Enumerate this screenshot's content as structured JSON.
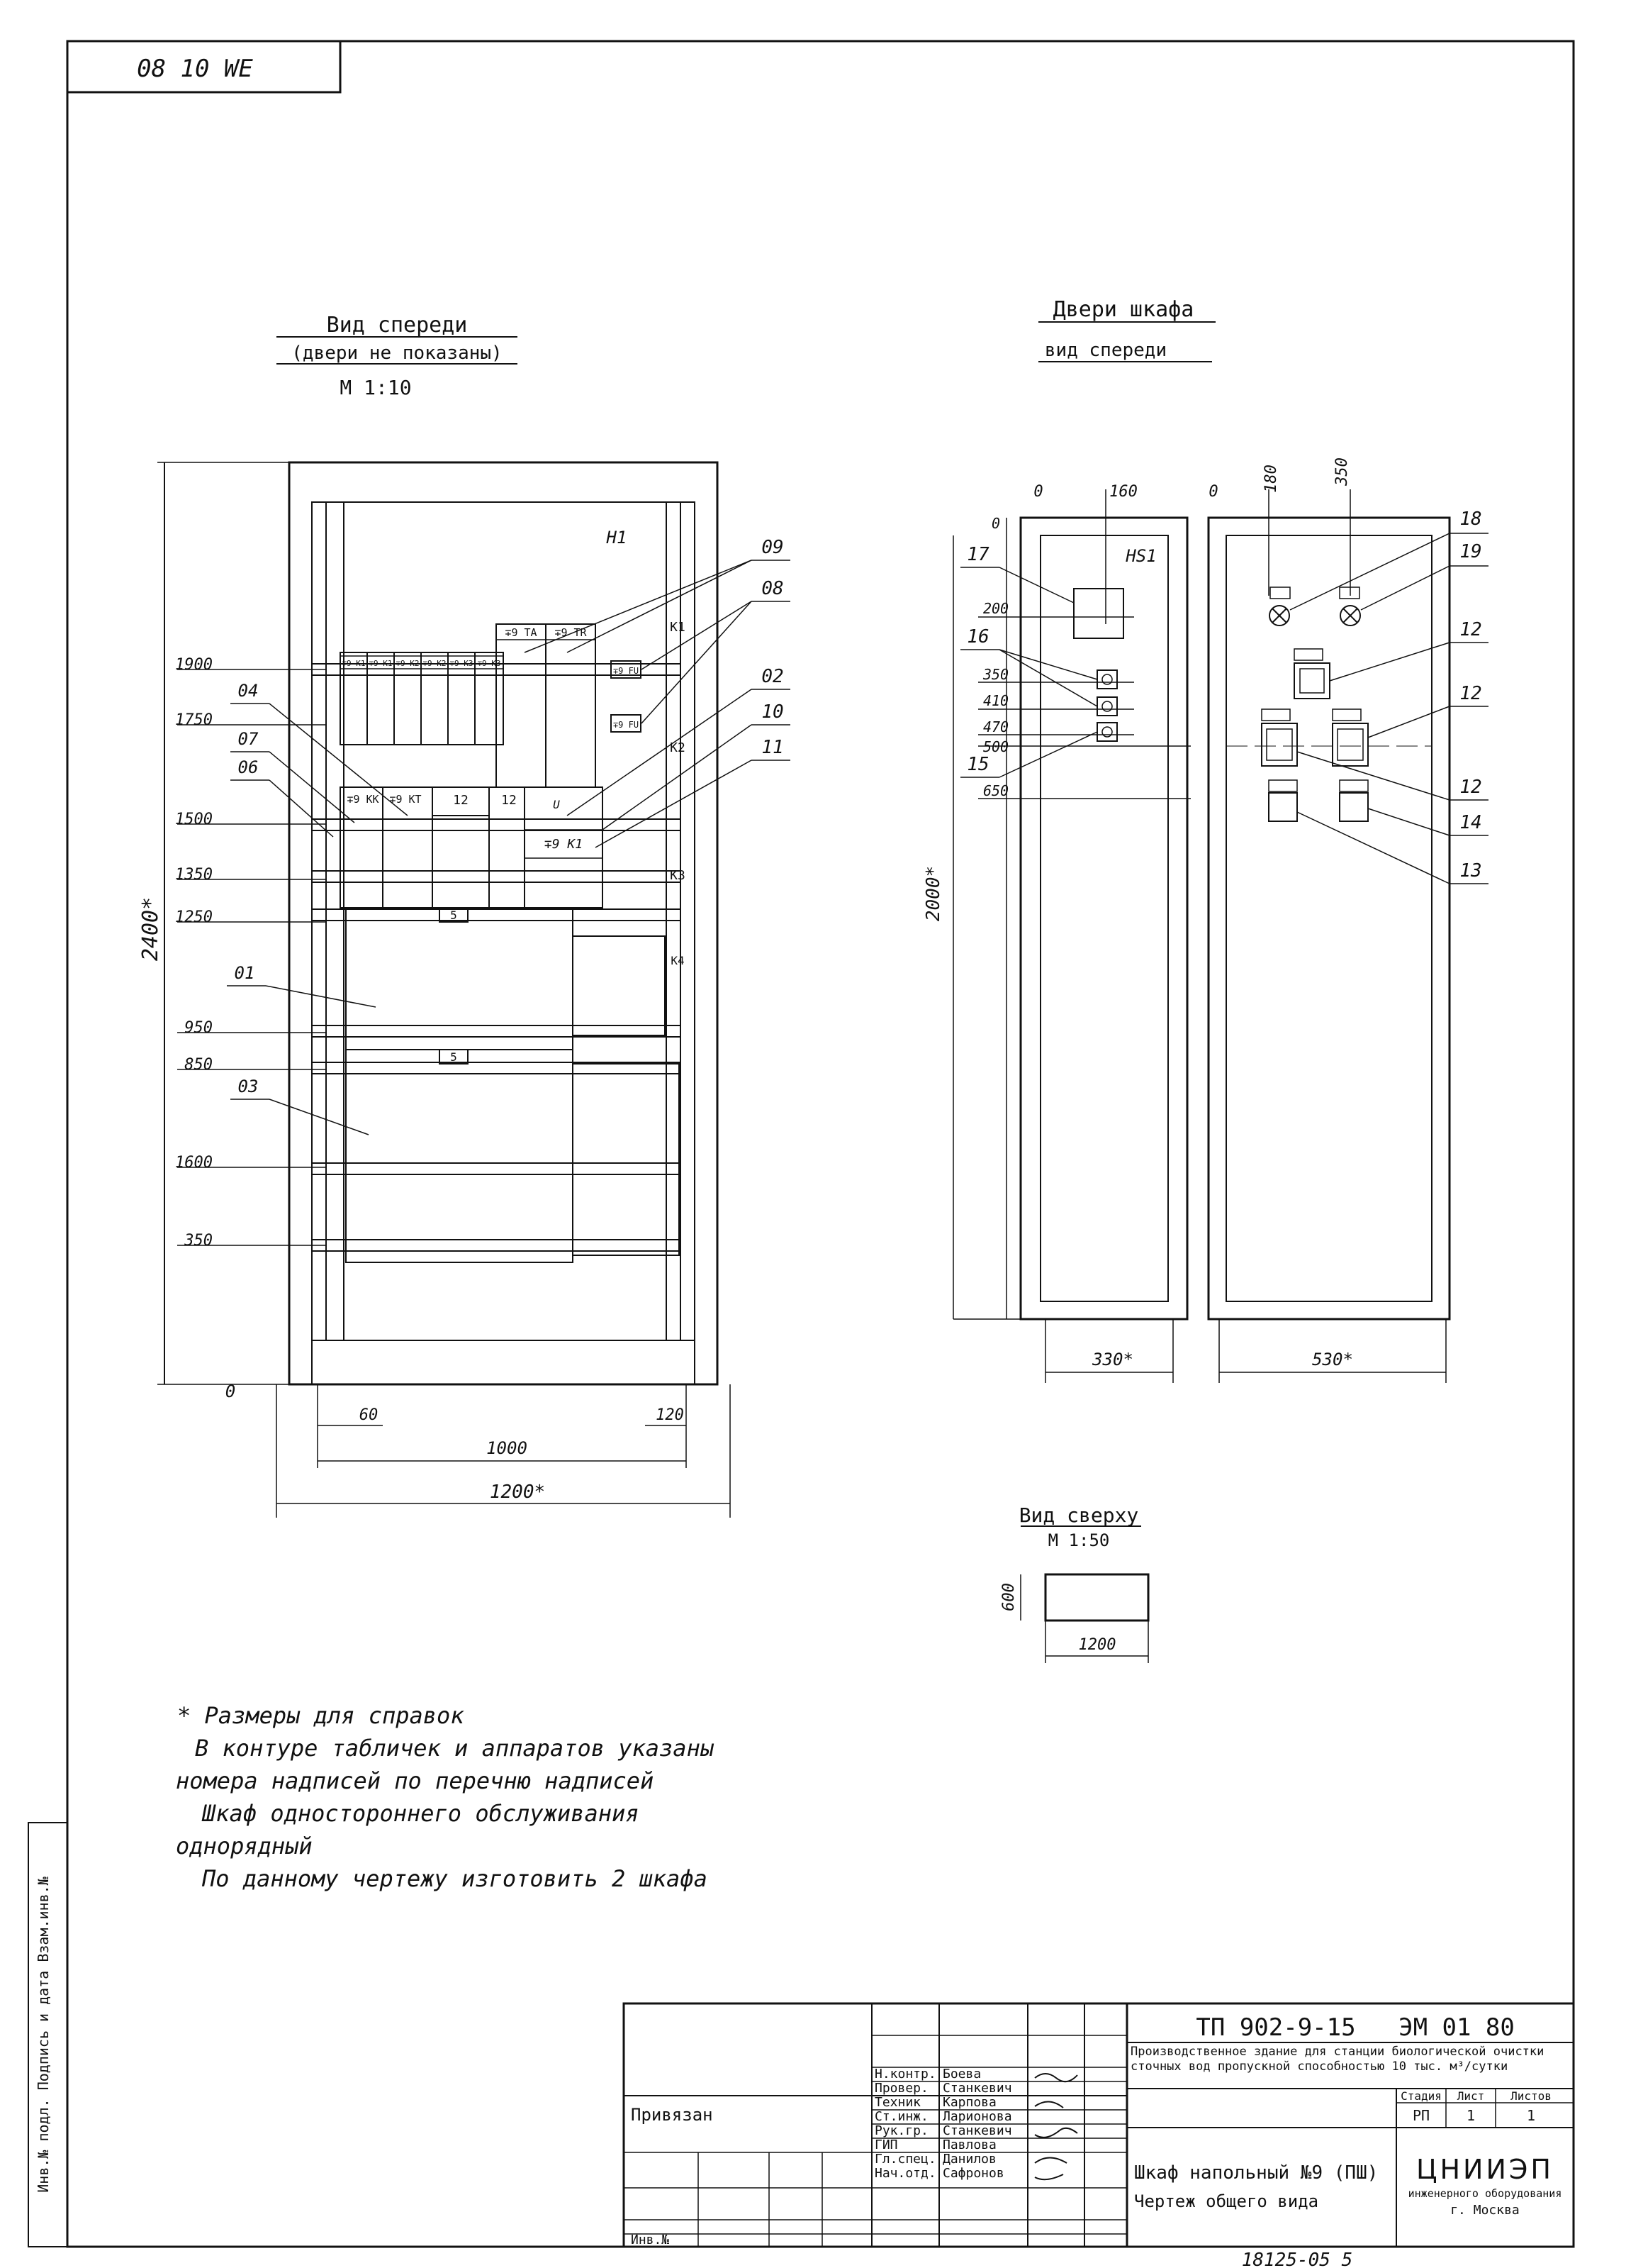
{
  "stamp_code": "08 10 WE",
  "front": {
    "title": "Вид спереди",
    "subtitle": "(двери не показаны)",
    "scale": "М 1:10",
    "height_total": "2400*",
    "height_levels": [
      "1900",
      "1750",
      "1500",
      "1350",
      "1250",
      "950",
      "850",
      "1600",
      "350",
      "0"
    ],
    "bottom_dims": [
      "60",
      "120",
      "1000",
      "1200*"
    ],
    "item_labels": [
      "09",
      "08",
      "02",
      "10",
      "11",
      "04",
      "07",
      "06",
      "01",
      "03"
    ],
    "in_labels": {
      "h1": "H1",
      "k1": "K1",
      "k2": "K2",
      "k3": "K3",
      "k4": "K4",
      "tags_row": [
        "∓9 К1",
        "∓9 К1",
        "∓9 К2",
        "∓9 К2",
        "∓9 К3",
        "∓9 К3"
      ],
      "tag_tr1": "∓9 ТА",
      "tag_tr2": "∓9 ТR",
      "tag_kk": "∓9 КК",
      "tag_kt": "∓9 КТ",
      "tag_12a": "12",
      "tag_12b": "12",
      "tag_u": "U",
      "tag_k1": "∓9 К1",
      "tag_fu1": "∓9 FU",
      "tag_fu2": "∓9 FU",
      "tag_5a": "5",
      "tag_5b": "5"
    }
  },
  "doors": {
    "title": "Двери шкафа",
    "subtitle": "вид спереди",
    "left_door_dims": [
      "0",
      "160",
      "0",
      "200",
      "350",
      "410",
      "470",
      "500",
      "650"
    ],
    "right_door_dims": [
      "0",
      "180",
      "350"
    ],
    "height": "2000*",
    "widths": [
      "330*",
      "530*"
    ],
    "hs1": "HS1",
    "labels": [
      "17",
      "16",
      "15",
      "18",
      "19",
      "12",
      "12",
      "12",
      "14",
      "13"
    ]
  },
  "top_view": {
    "title": "Вид сверху",
    "scale": "М 1:50",
    "dim_depth": "600",
    "dim_width": "1200"
  },
  "notes": [
    "* Размеры для справок",
    "В контуре табличек и аппаратов указаны",
    "номера надписей по перечню надписей",
    "Шкаф одностороннего обслуживания",
    "однорядный",
    "По данному чертежу изготовить 2 шкафа"
  ],
  "side_stamp": "Инв.№ подл. Подпись и дата Взам.инв.№",
  "title_block": {
    "doc_number": "ТП 902-9-15",
    "sheet_code": "ЭМ 01 80",
    "project": "Производственное здание для станции биологической очистки сточных вод пропускной способностью 10 тыс. м³/сутки",
    "sheet_headers": [
      "Стадия",
      "Лист",
      "Листов"
    ],
    "sheet_values": [
      "РП",
      "1",
      "1"
    ],
    "drawing_title_1": "Шкаф напольный №9 (ПШ)",
    "drawing_title_2": "Чертеж общего вида",
    "org_name": "ЦНИИЭП",
    "org_sub": "инженерного оборудования",
    "org_city": "г. Москва",
    "binding": "Привязан",
    "inv": "Инв.№",
    "roles": [
      "Н.контр.",
      "Провер.",
      "Техник",
      "Ст.инж.",
      "Рук.гр.",
      "ГИП",
      "Гл.спец.",
      "Нач.отд."
    ],
    "names": [
      "Боева",
      "Станкевич",
      "Карпова",
      "Ларионова",
      "Станкевич",
      "Павлова",
      "Данилов",
      "Сафронов"
    ],
    "archive_number": "18125-05  5"
  }
}
